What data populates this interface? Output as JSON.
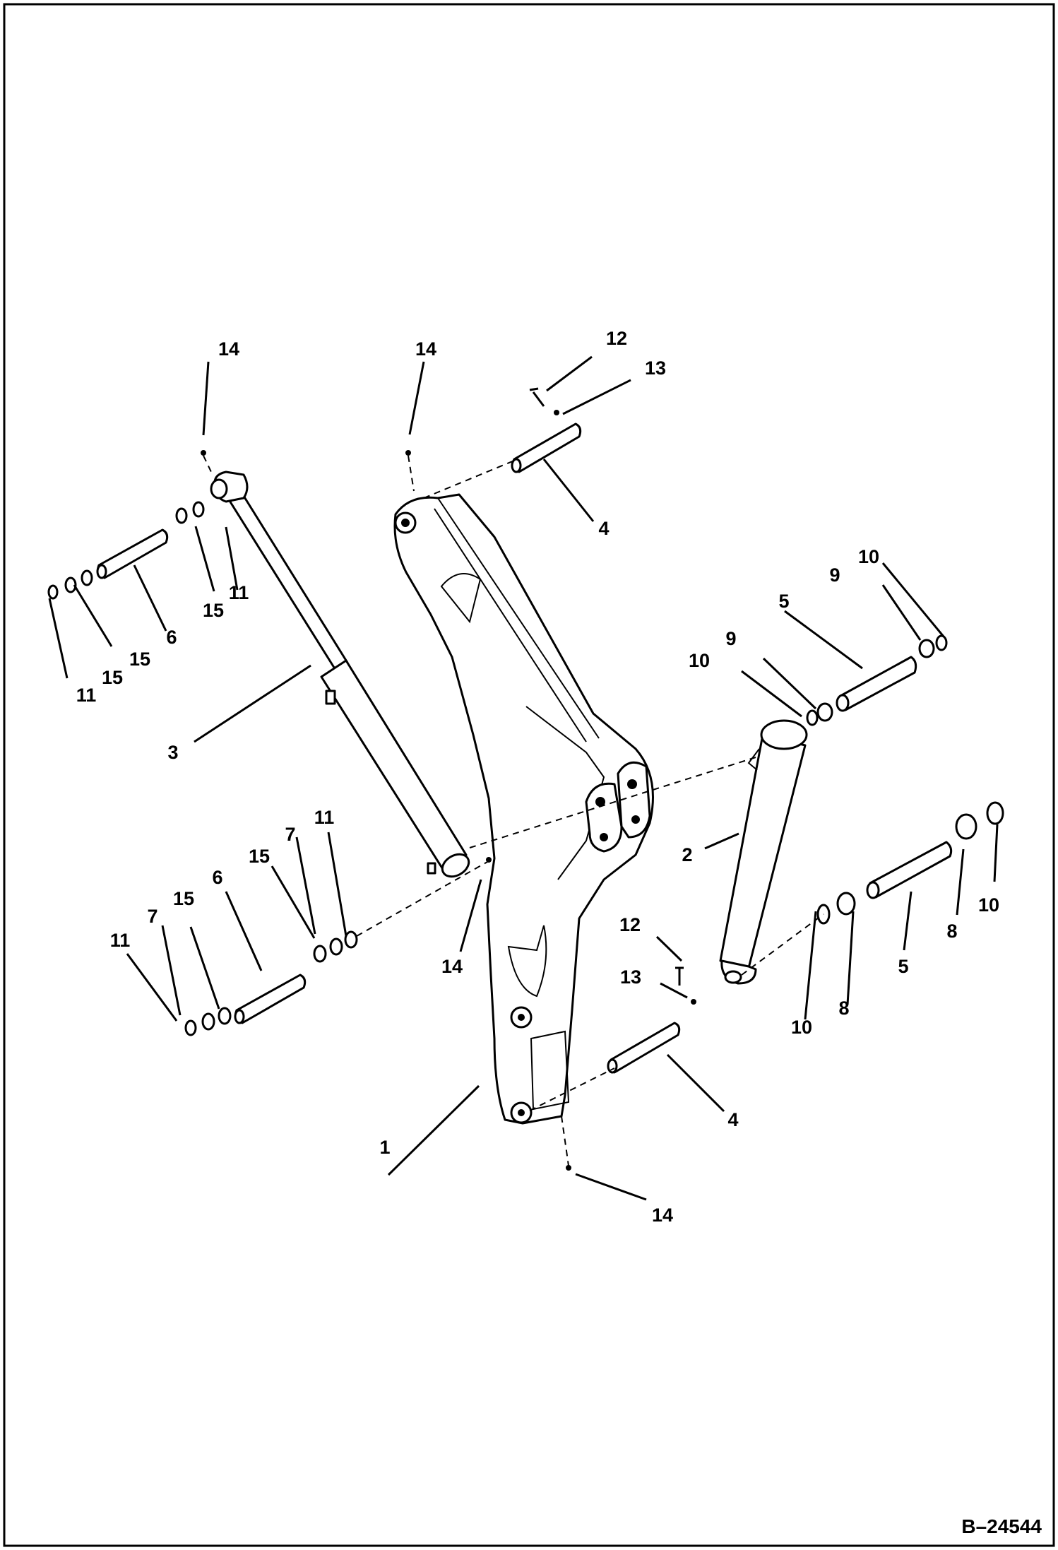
{
  "figure_id": "B–24544",
  "callouts": {
    "c01": "1",
    "c02": "2",
    "c03": "3",
    "c04": "4",
    "c05": "4",
    "c06": "5",
    "c07": "5",
    "c08": "6",
    "c09": "6",
    "c10": "7",
    "c11": "7",
    "c12": "8",
    "c13": "8",
    "c14": "9",
    "c15": "9",
    "c16": "10",
    "c17": "10",
    "c18": "10",
    "c19": "10",
    "c20": "11",
    "c21": "11",
    "c22": "11",
    "c23": "11",
    "c24": "12",
    "c25": "12",
    "c26": "13",
    "c27": "13",
    "c28": "14",
    "c29": "14",
    "c30": "14",
    "c31": "14",
    "c32": "15",
    "c33": "15",
    "c34": "15",
    "c35": "15"
  }
}
